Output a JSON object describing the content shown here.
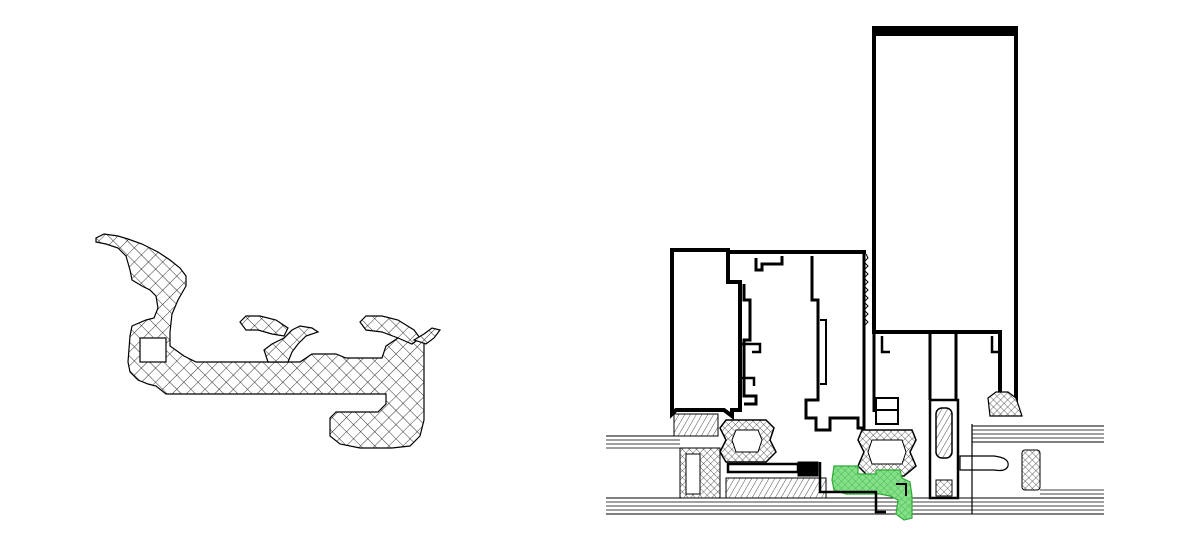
{
  "drawing": {
    "stroke_color": "#000000",
    "background_color": "#ffffff",
    "highlight_fill": "#86e08a",
    "highlight_stroke": "#2faa36",
    "hatch_color": "#000000"
  },
  "parts": {
    "gasket_profile": "gasket-profile-detail",
    "assembly_section": "window-frame-section-assembly",
    "highlighted_part": "gasket-installed-position"
  }
}
